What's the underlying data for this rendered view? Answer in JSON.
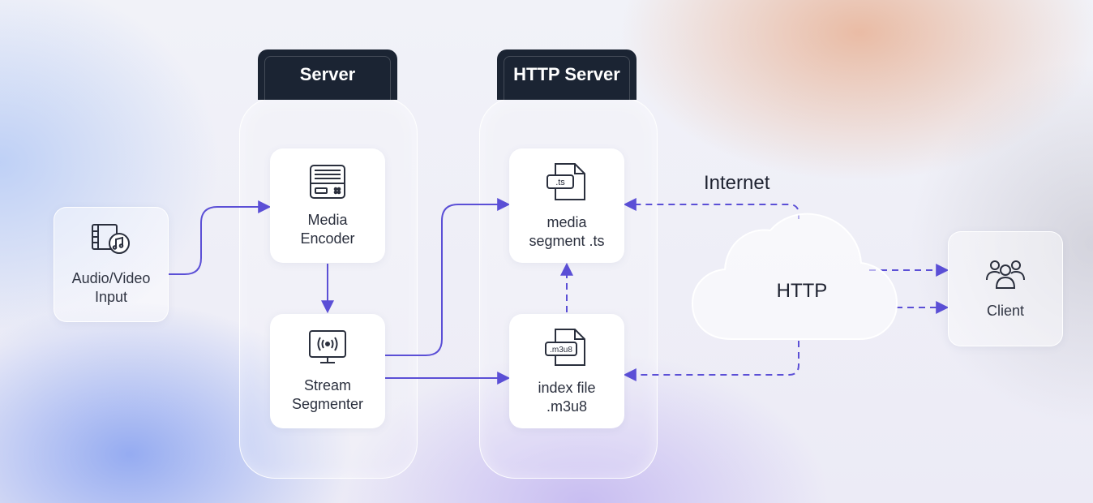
{
  "lanes": {
    "server": {
      "title": "Server"
    },
    "http_server": {
      "title": "HTTP Server"
    }
  },
  "nodes": {
    "input": {
      "line1": "Audio/Video",
      "line2": "Input",
      "icon": "film-music-icon"
    },
    "encoder": {
      "line1": "Media",
      "line2": "Encoder",
      "icon": "encoder-device-icon"
    },
    "segmenter": {
      "line1": "Stream",
      "line2": "Segmenter",
      "icon": "broadcast-monitor-icon"
    },
    "media_segment": {
      "line1": "media",
      "line2": "segment .ts",
      "icon": "ts-file-icon",
      "file_ext": ".ts"
    },
    "index_file": {
      "line1": "index file",
      "line2": ".m3u8",
      "icon": "m3u8-file-icon",
      "file_ext": ".m3u8"
    },
    "cloud": {
      "label": "HTTP",
      "icon": "cloud-icon"
    },
    "client": {
      "label": "Client",
      "icon": "users-group-icon"
    }
  },
  "labels": {
    "internet": "Internet"
  },
  "colors": {
    "accent": "#5b4fd6",
    "lane_tab": "#1b2433",
    "text": "#2a2f3d"
  }
}
